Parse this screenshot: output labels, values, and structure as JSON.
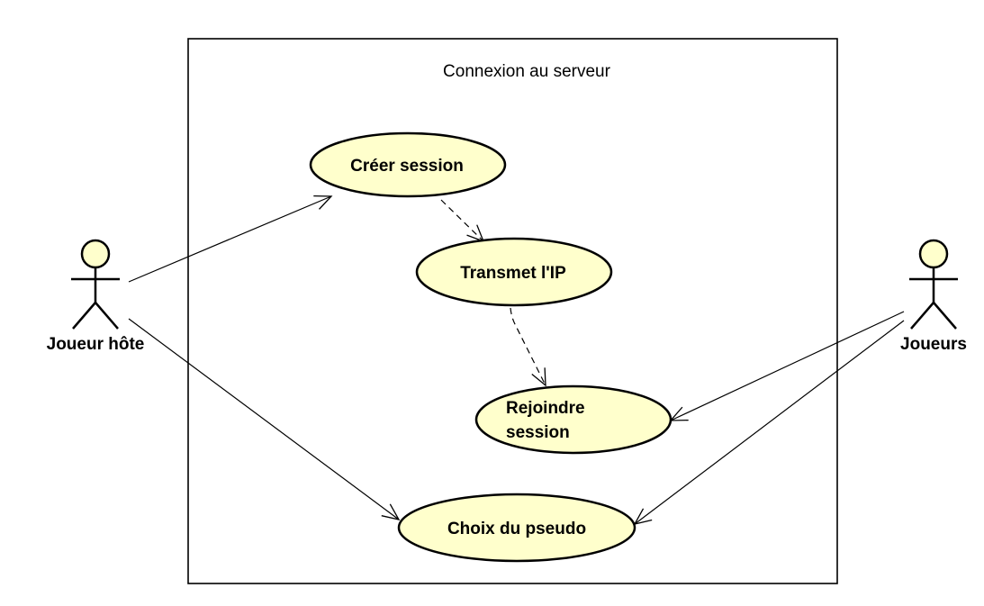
{
  "system_boundary": {
    "title": "Connexion au serveur"
  },
  "actors": {
    "host": {
      "label": "Joueur hôte"
    },
    "players": {
      "label": "Joueurs"
    }
  },
  "use_cases": {
    "create_session": {
      "label": "Créer session"
    },
    "transmit_ip": {
      "label": "Transmet l'IP"
    },
    "join_session": {
      "line1": "Rejoindre",
      "line2": "session"
    },
    "choose_pseudo": {
      "label": "Choix du pseudo"
    }
  },
  "colors": {
    "use_case_fill": "#FFFFCC",
    "actor_head_fill": "#FFFFCC",
    "stroke": "#000000",
    "background": "#FFFFFF"
  }
}
